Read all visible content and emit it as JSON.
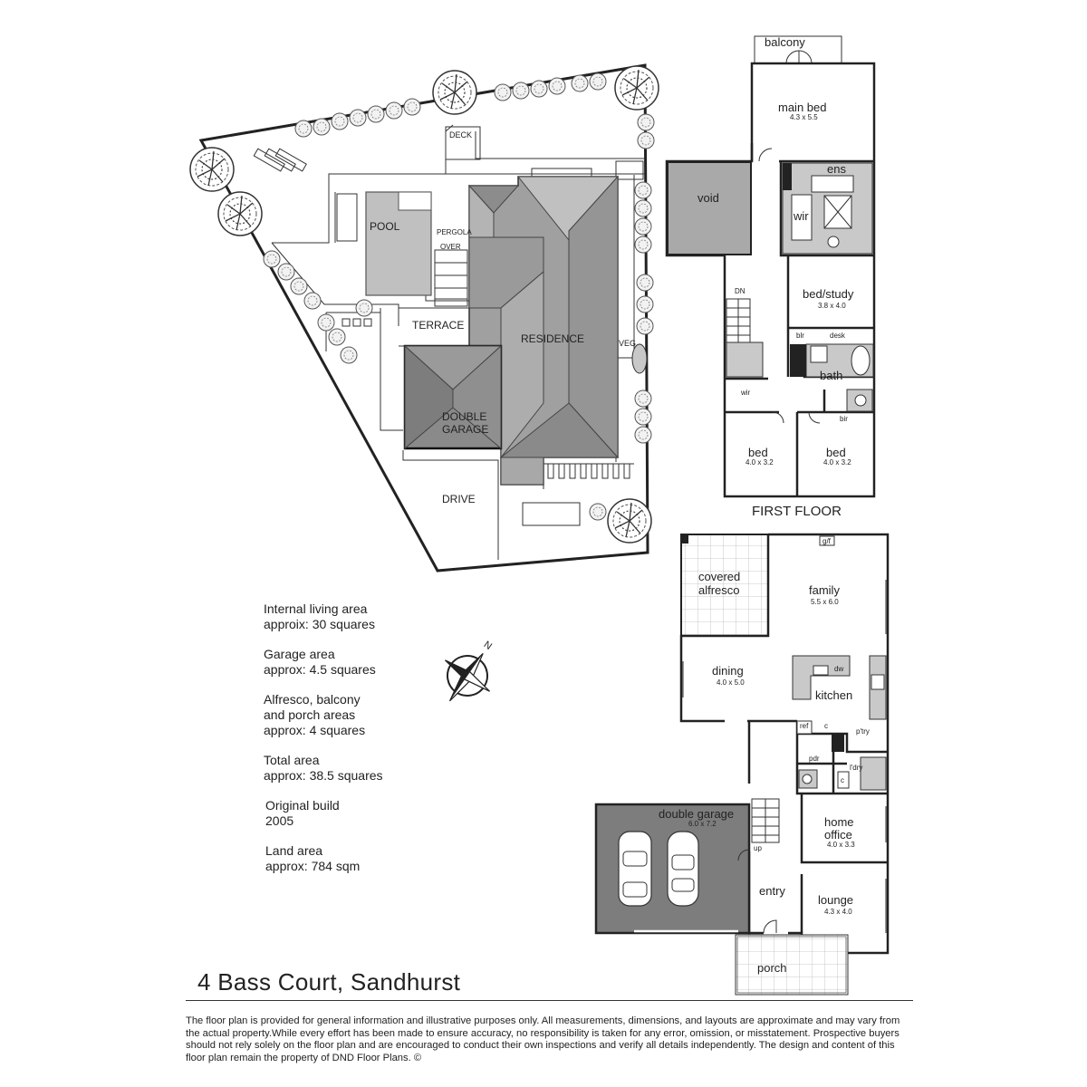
{
  "site_plan": {
    "deck": "DECK",
    "pool": "POOL",
    "pergola": "PERGOLA",
    "over": "OVER",
    "terrace": "TERRACE",
    "residence": "RESIDENCE",
    "veg": "VEG",
    "garage_line1": "DOUBLE",
    "garage_line2": "GARAGE",
    "drive": "DRIVE"
  },
  "first_floor": {
    "title": "FIRST  FLOOR",
    "balcony": "balcony",
    "main_bed": "main bed",
    "main_bed_dim": "4.3 x 5.5",
    "void": "void",
    "ens": "ens",
    "wir": "wir",
    "dn": "DN",
    "bed_study": "bed/study",
    "bed_study_dim": "3.8 x 4.0",
    "blr": "blr",
    "desk": "desk",
    "bath": "bath",
    "wir2": "wir",
    "bir": "bir",
    "bed1": "bed",
    "bed1_dim": "4.0 x 3.2",
    "bed2": "bed",
    "bed2_dim": "4.0 x 3.2"
  },
  "ground_floor": {
    "covered_alfresco_1": "covered",
    "covered_alfresco_2": "alfresco",
    "gf": "g/f",
    "family": "family",
    "family_dim": "5.5 x 6.0",
    "dining": "dining",
    "dining_dim": "4.0 x 5.0",
    "dw": "dw",
    "kitchen": "kitchen",
    "ref": "ref",
    "c1": "c",
    "ptry": "p'try",
    "pdr": "pdr",
    "ldry": "l'dry",
    "c2": "c",
    "double_garage": "double garage",
    "double_garage_dim": "6.0 x 7.2",
    "up": "up",
    "home_office_1": "home",
    "home_office_2": "office",
    "home_office_dim": "4.0 x 3.3",
    "entry": "entry",
    "lounge": "lounge",
    "lounge_dim": "4.3 x 4.0",
    "porch": "porch"
  },
  "info": {
    "internal_1": "Internal living area",
    "internal_2": "approix: 30 squares",
    "garage_1": "Garage area",
    "garage_2": "approx: 4.5 squares",
    "alfresco_1": "Alfresco, balcony",
    "alfresco_2": "and porch areas",
    "alfresco_3": "approx: 4 squares",
    "total_1": "Total area",
    "total_2": "approx: 38.5 squares",
    "build_1": "Original build",
    "build_2": "2005",
    "land_1": "Land area",
    "land_2": "approx: 784 sqm"
  },
  "compass_label": "N",
  "address": "4 Bass  Court, Sandhurst",
  "disclaimer": "The floor plan is provided for general information and illustrative purposes only. All measurements, dimensions, and layouts are approximate and may vary from the actual property.While every effort has been made to ensure accuracy, no responsibility is taken for any error, omission, or misstatement. Prospective buyers should not rely solely on the floor plan and are encouraged to conduct their own inspections and verify all details independently. The design and content of this floor plan remain the property of DND Floor Plans. ©",
  "colors": {
    "roof_dark": "#8a8a8a",
    "roof_mid": "#a6a6a6",
    "roof_light": "#c4c4c4",
    "garage_fill": "#7d7d7d",
    "void_fill": "#a9a9a9",
    "wet_fill": "#c9c9c9",
    "pool_fill": "#c0c0c0"
  }
}
